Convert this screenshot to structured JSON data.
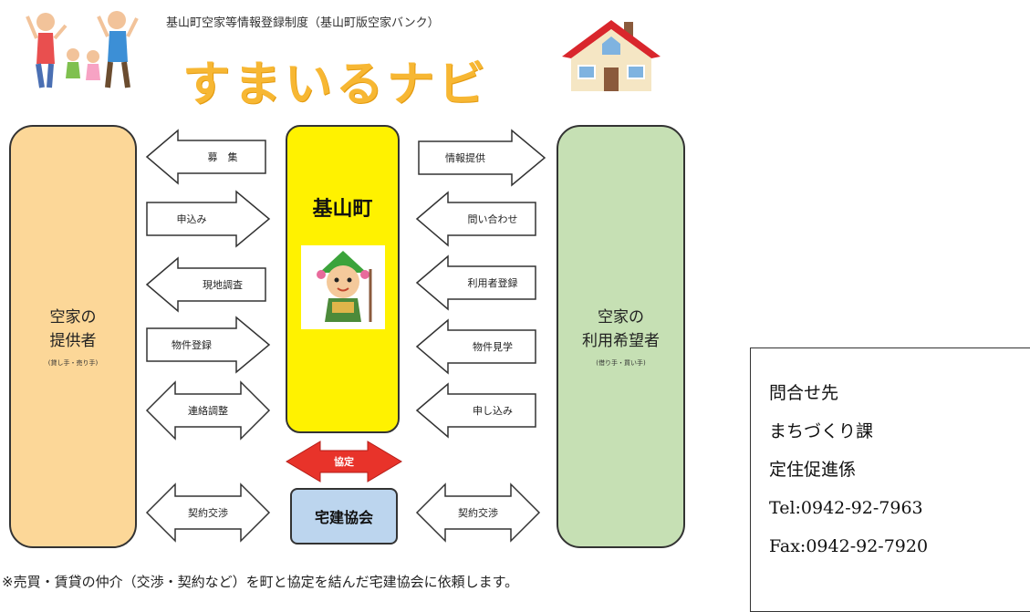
{
  "header": {
    "subtitle": "基山町空家等情報登録制度（基山町版空家バンク）",
    "brand_title": "すまいるナビ"
  },
  "provider": {
    "title_line1": "空家の",
    "title_line2": "提供者",
    "sub": "(貸し手・売り手)"
  },
  "center": {
    "title": "基山町"
  },
  "seeker": {
    "title_line1": "空家の",
    "title_line2": "利用希望者",
    "sub": "(借り手・買い手)"
  },
  "left_arrows": [
    "募　集",
    "申込み",
    "現地調査",
    "物件登録",
    "連絡調整",
    "契約交渉"
  ],
  "right_arrows": [
    "情報提供",
    "問い合わせ",
    "利用者登録",
    "物件見学",
    "申し込み",
    "契約交渉"
  ],
  "agreement": "協定",
  "realtor": "宅建協会",
  "footnote": "※売買・賃貸の仲介（交渉・契約など）を町と協定を結んだ宅建協会に依頼します。",
  "contact": {
    "line1": "問合せ先",
    "line2": "まちづくり課",
    "line3": "定住促進係",
    "tel": "Tel:0942-92-7963",
    "fax": "Fax:0942-92-7920"
  },
  "colors": {
    "provider": "#fcd798",
    "town": "#fff200",
    "seeker": "#c6e0b4",
    "realtor": "#bcd5ee",
    "agreement": "#e8332a",
    "brand": "#f7b733"
  },
  "icons": [
    "family-illustration",
    "house-illustration",
    "mascot-illustration"
  ]
}
